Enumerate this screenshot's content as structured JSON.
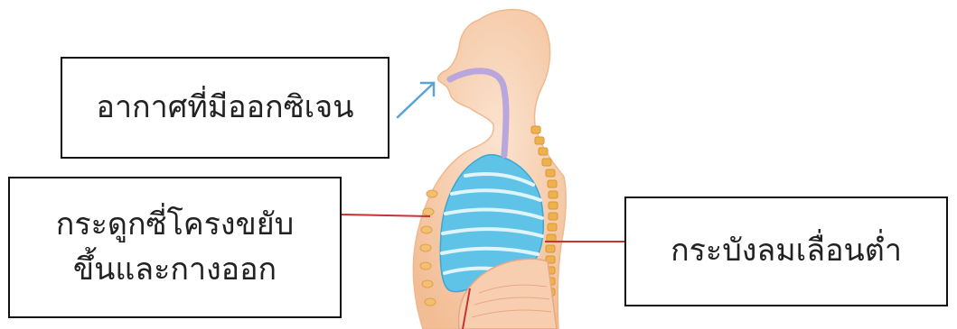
{
  "labels": {
    "air": "อากาศที่มีออกซิเจน",
    "ribs_line1": "กระดูกซี่โครงขยับ",
    "ribs_line2": "ขึ้นและกางออก",
    "diaphragm": "กระบังลมเลื่อนต่ำ"
  },
  "colors": {
    "skin": "#f6c9a4",
    "skin_light": "#fadfc8",
    "lung": "#5fc3e8",
    "lung_stripe": "#dff4fb",
    "airway": "#b9a6dc",
    "bone": "#eeb24c",
    "leader_line": "#c83232",
    "arrow": "#5aa3d6"
  }
}
